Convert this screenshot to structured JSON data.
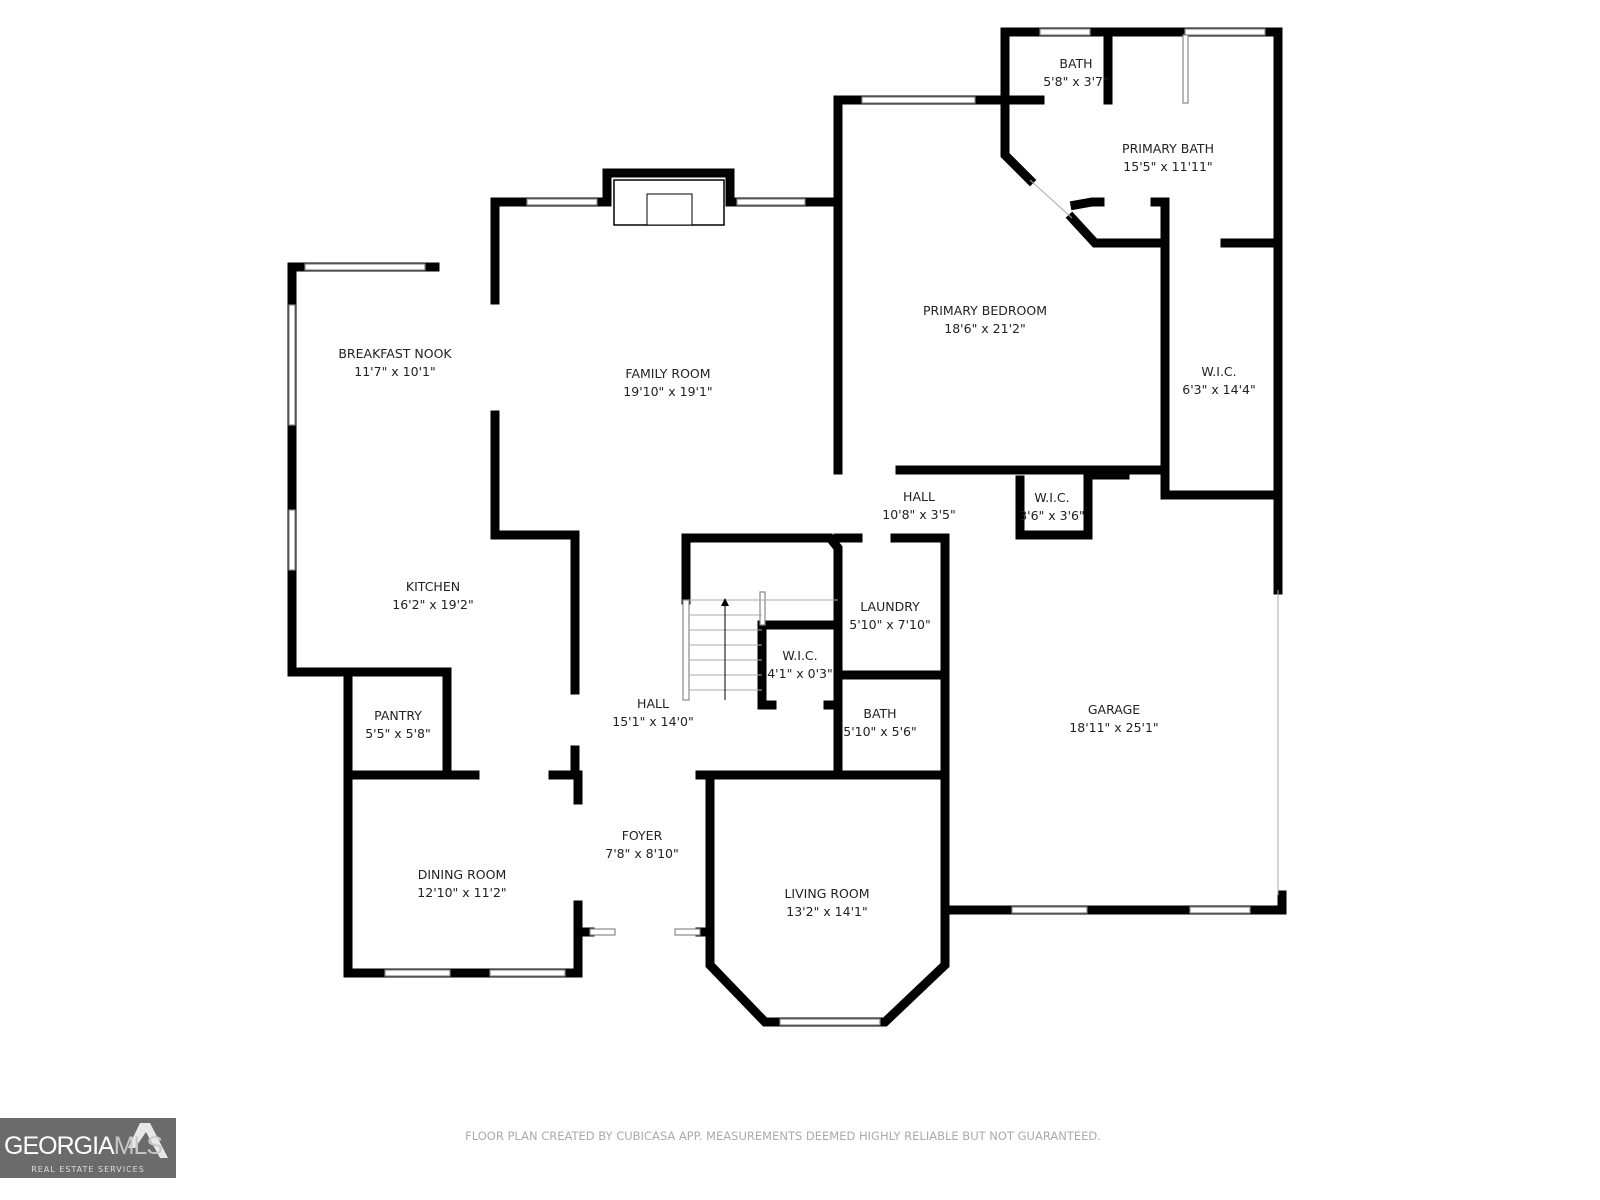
{
  "rooms": [
    {
      "name": "BATH",
      "dims": "5'8\" x 3'7\""
    },
    {
      "name": "PRIMARY BATH",
      "dims": "15'5\" x 11'11\""
    },
    {
      "name": "PRIMARY BEDROOM",
      "dims": "18'6\" x 21'2\""
    },
    {
      "name": "W.I.C.",
      "dims": "6'3\" x 14'4\""
    },
    {
      "name": "FAMILY ROOM",
      "dims": "19'10\" x 19'1\""
    },
    {
      "name": "BREAKFAST NOOK",
      "dims": "11'7\" x 10'1\""
    },
    {
      "name": "KITCHEN",
      "dims": "16'2\" x 19'2\""
    },
    {
      "name": "HALL",
      "dims": "10'8\" x 3'5\""
    },
    {
      "name": "W.I.C.",
      "dims": "3'6\" x 3'6\""
    },
    {
      "name": "LAUNDRY",
      "dims": "5'10\" x 7'10\""
    },
    {
      "name": "W.I.C.",
      "dims": "4'1\" x 0'3\""
    },
    {
      "name": "HALL",
      "dims": "15'1\" x 14'0\""
    },
    {
      "name": "BATH",
      "dims": "5'10\" x 5'6\""
    },
    {
      "name": "PANTRY",
      "dims": "5'5\" x 5'8\""
    },
    {
      "name": "GARAGE",
      "dims": "18'11\" x 25'1\""
    },
    {
      "name": "FOYER",
      "dims": "7'8\" x 8'10\""
    },
    {
      "name": "DINING ROOM",
      "dims": "12'10\" x 11'2\""
    },
    {
      "name": "LIVING ROOM",
      "dims": "13'2\" x 14'1\""
    }
  ],
  "footer": "FLOOR PLAN CREATED BY CUBICASA APP. MEASUREMENTS DEEMED HIGHLY RELIABLE BUT NOT GUARANTEED.",
  "logo": {
    "main": "GEORGIA",
    "accent": "MLS",
    "sub": "REAL ESTATE SERVICES"
  }
}
